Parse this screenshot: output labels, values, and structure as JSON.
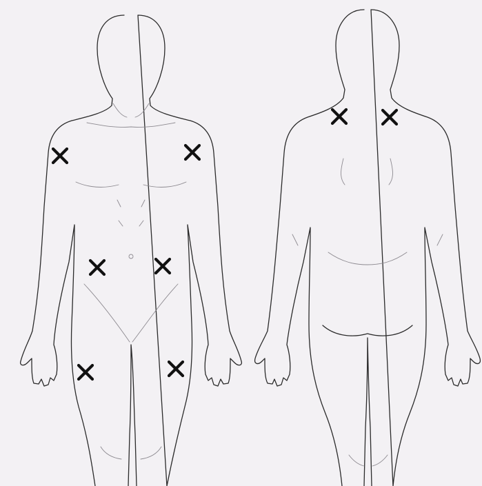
{
  "diagram": {
    "background_color": "#f3f1f4",
    "line_color": "#2a2a2a",
    "detail_color": "#8d8a90",
    "marker_color": "#111111",
    "figures": [
      {
        "view": "front",
        "markers": [
          {
            "site": "left-shoulder",
            "symbol": "x"
          },
          {
            "site": "right-shoulder",
            "symbol": "x"
          },
          {
            "site": "left-abdomen",
            "symbol": "x"
          },
          {
            "site": "right-abdomen",
            "symbol": "x"
          },
          {
            "site": "left-thigh",
            "symbol": "x"
          },
          {
            "site": "right-thigh",
            "symbol": "x"
          }
        ]
      },
      {
        "view": "back",
        "markers": [
          {
            "site": "left-neck-base",
            "symbol": "x"
          },
          {
            "site": "right-neck-base",
            "symbol": "x"
          }
        ]
      }
    ]
  }
}
